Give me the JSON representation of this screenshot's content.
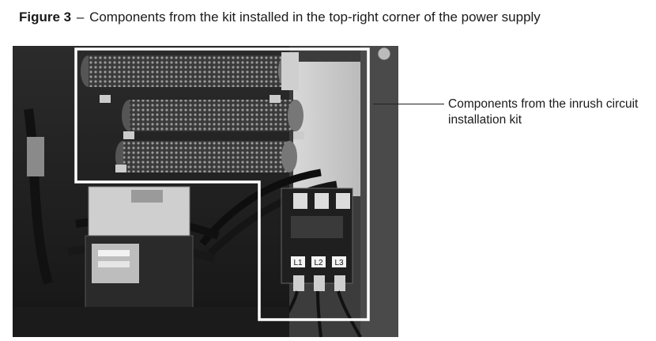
{
  "figure": {
    "label": "Figure 3",
    "separator": "–",
    "title": "Components from the kit installed in the top-right corner of the power supply"
  },
  "callout": {
    "text": "Components from the inrush circuit installation kit"
  },
  "photo": {
    "terminal_labels": [
      "L1",
      "L2",
      "L3"
    ],
    "highlight_color": "#ffffff"
  }
}
